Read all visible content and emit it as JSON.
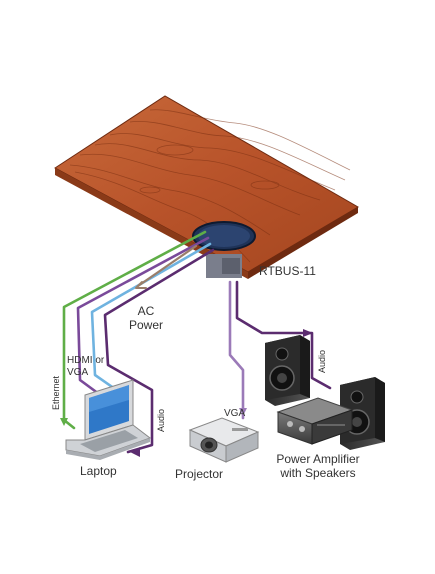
{
  "labels": {
    "device": "RTBUS-11",
    "ac_line1": "AC",
    "ac_line2": "Power",
    "hdmi_line1": "HDMI or",
    "hdmi_line2": "VGA",
    "ethernet": "Ethernet",
    "audio_laptop": "Audio",
    "vga_projector": "VGA",
    "audio_amp": "Audio",
    "laptop": "Laptop",
    "projector": "Projector",
    "amp_line1": "Power Amplifier",
    "amp_line2": "with Speakers"
  },
  "colors": {
    "wood": "#b8532a",
    "wood_dark": "#7a2f12",
    "ethernet_cable": "#5fae47",
    "hdmi_cable": "#7a4a9a",
    "audio_cable": "#5b2c6f",
    "usb_cable": "#6fb3e0",
    "ac_cable": "#9a7e6a",
    "vga_cable": "#9b7ab8"
  }
}
